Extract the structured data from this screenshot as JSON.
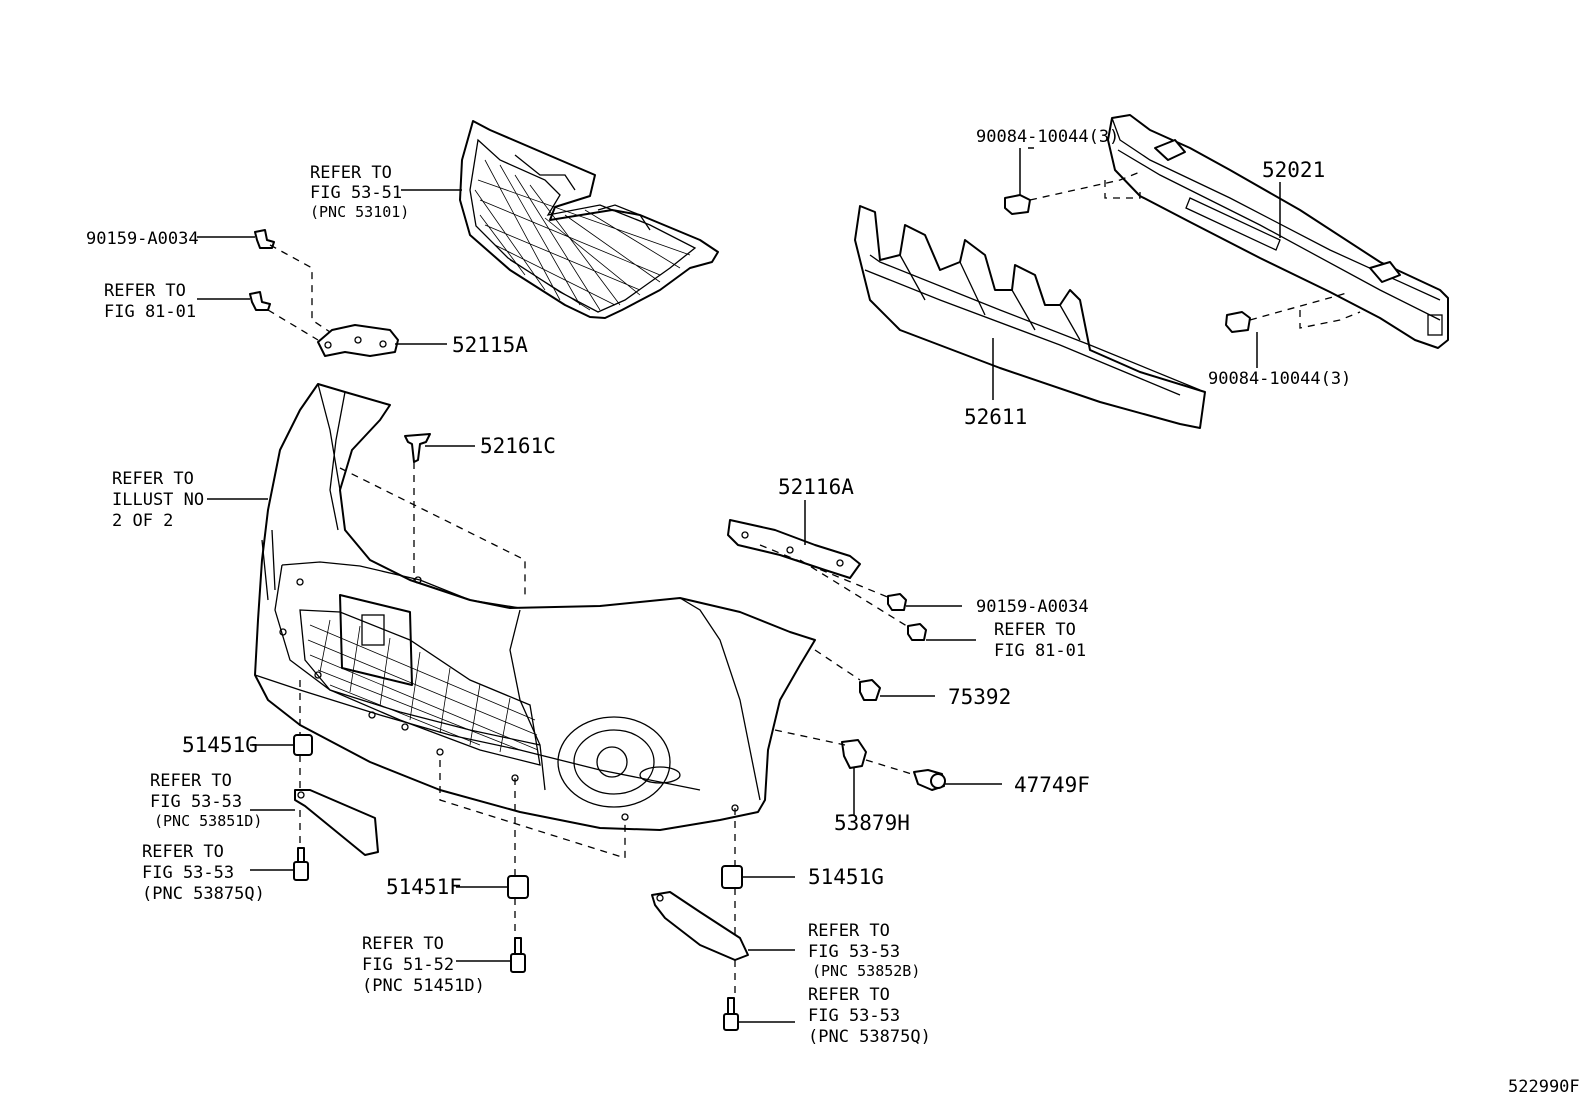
{
  "diagram_id": "522990F",
  "callouts": {
    "grille": [
      "REFER TO",
      "FIG 53-51",
      "(PNC 53101)"
    ],
    "screw_top_left": "90159-A0034",
    "screw_fig81_left": [
      "REFER TO",
      "FIG 81-01"
    ],
    "bracket_left": "52115A",
    "bumper_cover": [
      "REFER TO",
      "ILLUST NO",
      "2 OF 2"
    ],
    "clip_top": "52161C",
    "bolt_reinf_top": "90084-10044(3)",
    "reinforcement": "52021",
    "bolt_reinf_bottom": "90084-10044(3)",
    "absorber": "52611",
    "bracket_right": "52116A",
    "screw_right": "90159-A0034",
    "screw_fig81_right": [
      "REFER TO",
      "FIG 81-01"
    ],
    "clip_75392": "75392",
    "nut_left": "51451G",
    "plate_left": [
      "REFER TO",
      "FIG 53-53",
      "(PNC 53851D)"
    ],
    "bolt_left": [
      "REFER TO",
      "FIG 53-53",
      "(PNC 53875Q)"
    ],
    "nut_center": "51451F",
    "bolt_center": [
      "REFER TO",
      "FIG 51-52",
      "(PNC 51451D)"
    ],
    "nut_right": "51451G",
    "plate_right": [
      "REFER TO",
      "FIG 53-53",
      "(PNC 53852B)"
    ],
    "bolt_right": [
      "REFER TO",
      "FIG 53-53",
      "(PNC 53875Q)"
    ],
    "clip_53879h": "53879H",
    "clip_47749f": "47749F"
  }
}
